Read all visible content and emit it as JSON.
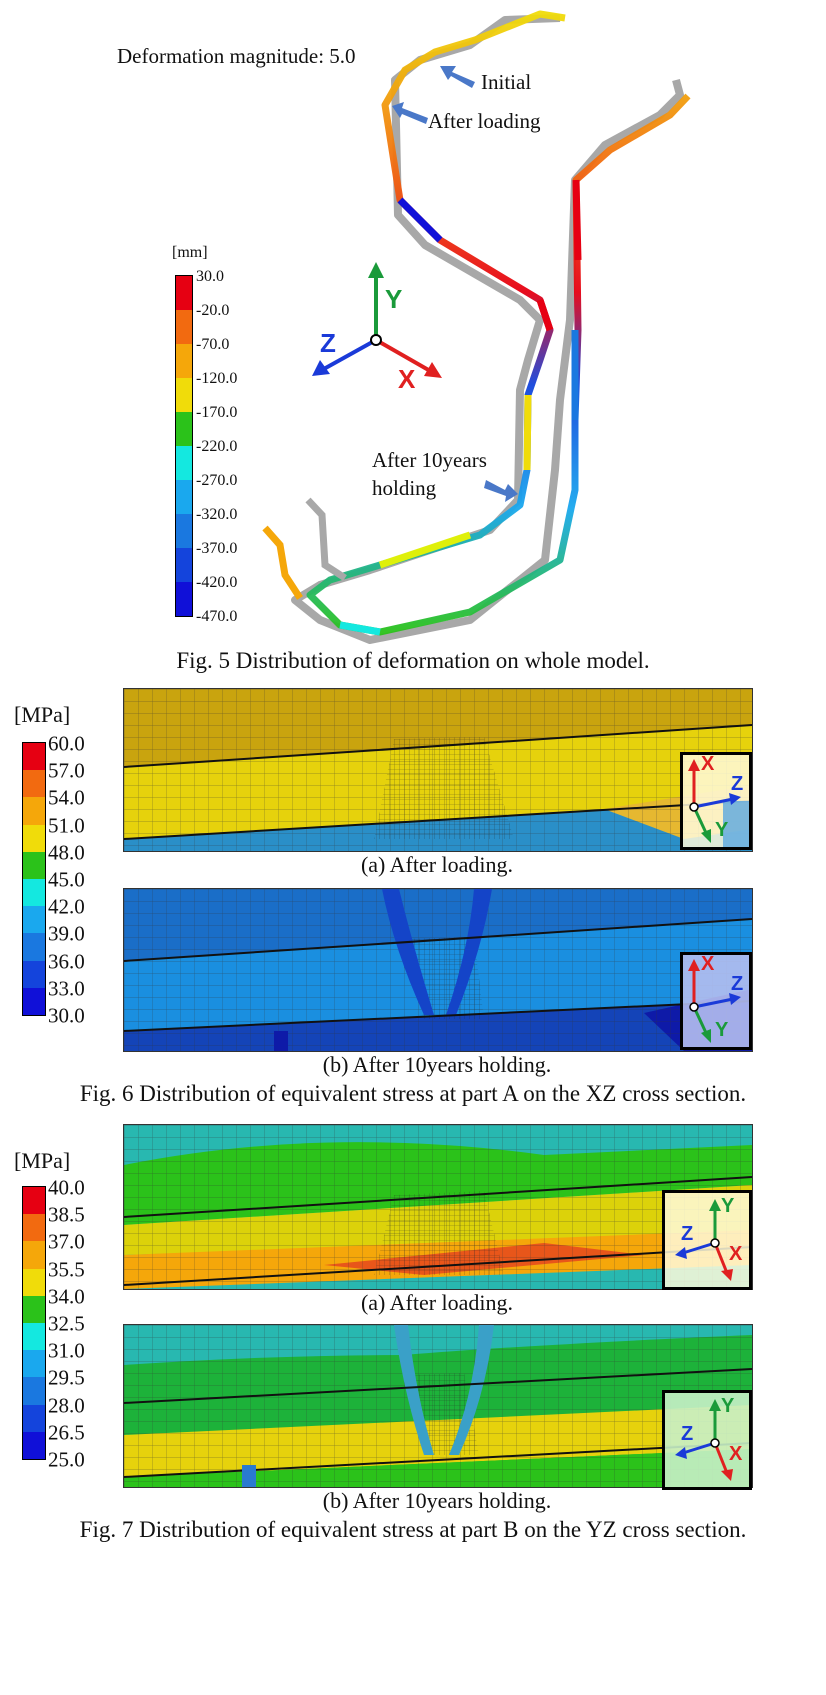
{
  "fig5": {
    "deformation_label": "Deformation magnitude: 5.0",
    "annot_initial": "Initial",
    "annot_after_loading": "After loading",
    "annot_after_holding_1": "After 10years",
    "annot_after_holding_2": "holding",
    "unit": "[mm]",
    "ticks": [
      "30.0",
      "-20.0",
      "-70.0",
      "-120.0",
      "-170.0",
      "-220.0",
      "-270.0",
      "-320.0",
      "-370.0",
      "-420.0",
      "-470.0"
    ],
    "axis_x": "X",
    "axis_y": "Y",
    "axis_z": "Z",
    "caption": "Fig. 5 Distribution of deformation on whole model."
  },
  "fig6": {
    "unit": "[MPa]",
    "ticks": [
      "60.0",
      "57.0",
      "54.0",
      "51.0",
      "48.0",
      "45.0",
      "42.0",
      "39.0",
      "36.0",
      "33.0",
      "30.0"
    ],
    "sub_a": "(a) After loading.",
    "sub_b": "(b) After 10years holding.",
    "axis_x": "X",
    "axis_y": "Y",
    "axis_z": "Z",
    "caption": "Fig. 6 Distribution of equivalent stress at part A on the XZ cross section."
  },
  "fig7": {
    "unit": "[MPa]",
    "ticks": [
      "40.0",
      "38.5",
      "37.0",
      "35.5",
      "34.0",
      "32.5",
      "31.0",
      "29.5",
      "28.0",
      "26.5",
      "25.0"
    ],
    "sub_a": "(a) After loading.",
    "sub_b": "(b) After 10years holding.",
    "axis_x": "X",
    "axis_y": "Y",
    "axis_z": "Z",
    "caption": "Fig. 7 Distribution of equivalent stress at part B on the YZ cross section."
  },
  "colors": {
    "scale": [
      "#e60012",
      "#f26a10",
      "#f5a70a",
      "#f0dc0a",
      "#dff00a",
      "#2bc21a",
      "#14e8e0",
      "#1aa8ee",
      "#1a78e0",
      "#1444dc",
      "#1010d8"
    ],
    "pipe_grey": "#a8a8a8",
    "arrow_blue": "#4a78c8",
    "axis_red": "#e02020",
    "axis_green": "#1a9a3a",
    "axis_blue": "#1a3ad8"
  }
}
